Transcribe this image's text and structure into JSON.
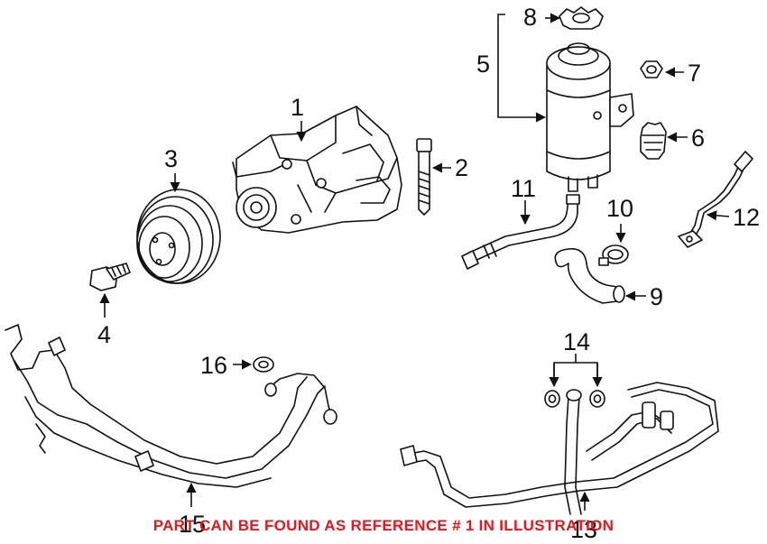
{
  "callouts": {
    "c1": "1",
    "c2": "2",
    "c3": "3",
    "c4": "4",
    "c5": "5",
    "c6": "6",
    "c7": "7",
    "c8": "8",
    "c9": "9",
    "c10": "10",
    "c11": "11",
    "c12": "12",
    "c13": "13",
    "c14": "14",
    "c15": "15",
    "c16": "16"
  },
  "footer_note": "PART CAN BE FOUND AS REFERENCE # 1 IN ILLUSTRATION",
  "colors": {
    "line": "#111111",
    "background": "#ffffff",
    "note": "#e8161b"
  }
}
